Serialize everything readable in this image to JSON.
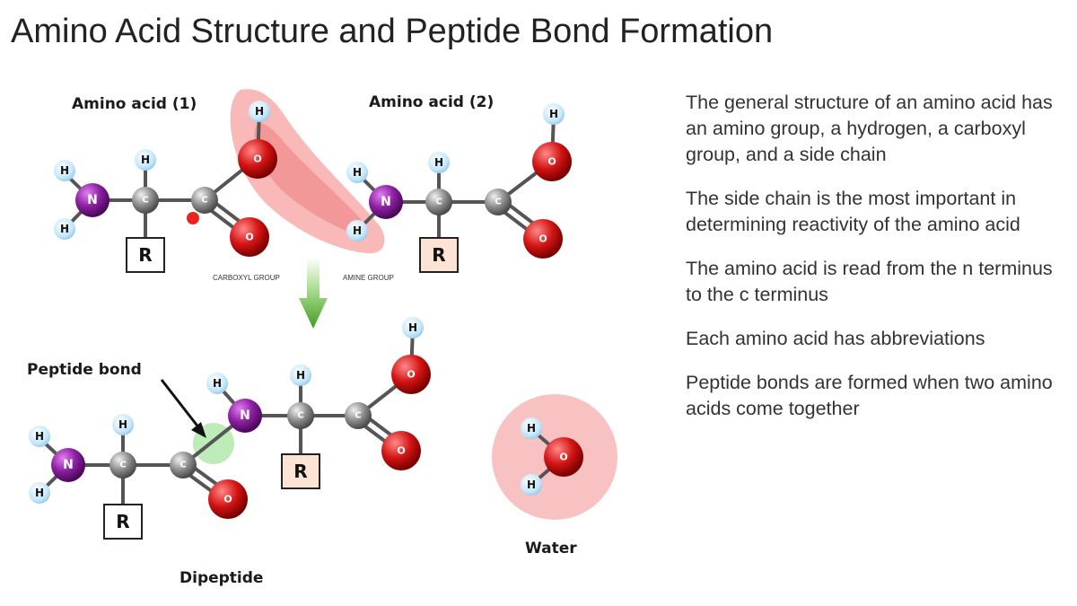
{
  "slide": {
    "title": "Amino Acid Structure and Peptide Bond Formation"
  },
  "diagram": {
    "amino_acid_1_label": "Amino acid (1)",
    "amino_acid_2_label": "Amino acid (2)",
    "carboxyl_group_label": "CARBOXYL GROUP",
    "amine_group_label": "AMINE GROUP",
    "peptide_bond_label": "Peptide bond",
    "dipeptide_label": "Dipeptide",
    "water_label": "Water",
    "atoms": {
      "hydrogen": "H",
      "nitrogen": "N",
      "carbon": "C",
      "oxygen": "O",
      "side_chain": "R"
    },
    "colors": {
      "nitrogen": "#7b1590",
      "carbon": "#8a8a8a",
      "oxygen": "#d41414",
      "hydrogen": "#bfe3f8",
      "highlight": "#f08080",
      "peptide_bond": "#a8e6a0",
      "arrow": "#4caf2a",
      "side_chain_box_2": "#fde3d3",
      "water_halo": "#f9c2c2"
    }
  },
  "bullets": [
    "The general structure of an amino acid has an amino group, a hydrogen, a carboxyl group, and a side chain",
    "The side chain is the most important in determining reactivity of the amino acid",
    "The amino acid is read from the n terminus to the c terminus",
    "Each amino acid has abbreviations",
    "Peptide bonds are formed when two amino acids come together"
  ]
}
